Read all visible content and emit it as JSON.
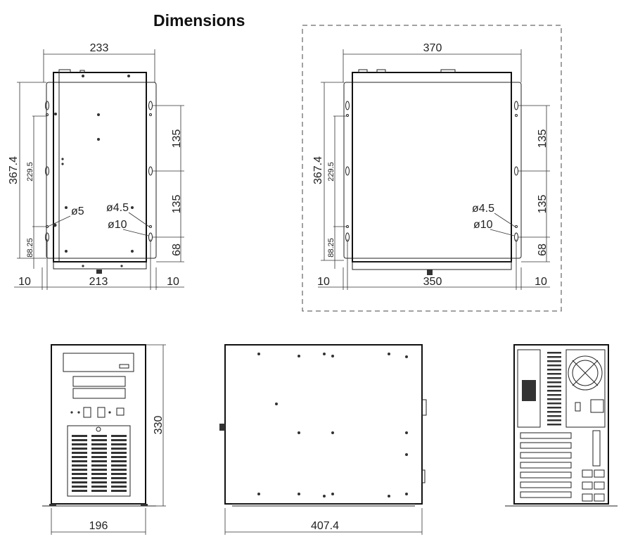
{
  "title": "Dimensions",
  "views": {
    "wall_mount_small": {
      "width_overall": "233",
      "height": "367.4",
      "hole_spacing_vertical": "229.5",
      "bottom_offset": "88.25",
      "slot_spacing_upper": "135",
      "slot_spacing_lower": "135",
      "slot_bottom_offset": "68",
      "hole_diameter_left": "ø5",
      "hole_diameter_small": "ø4.5",
      "slot_diameter": "ø10",
      "margin_left": "10",
      "hole_distance": "213",
      "margin_right": "10"
    },
    "wall_mount_large": {
      "width_overall": "370",
      "height": "367.4",
      "hole_spacing_vertical": "229.5",
      "bottom_offset": "88.25",
      "slot_spacing_upper": "135",
      "slot_spacing_lower": "135",
      "slot_bottom_offset": "68",
      "hole_diameter_small": "ø4.5",
      "slot_diameter": "ø10",
      "margin_left": "10",
      "hole_distance": "350",
      "margin_right": "10"
    },
    "front": {
      "width": "196",
      "height": "330"
    },
    "side": {
      "depth": "407.4"
    }
  }
}
